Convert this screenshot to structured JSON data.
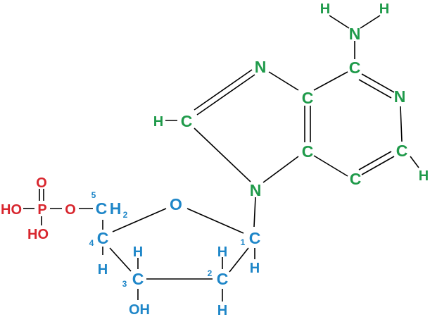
{
  "colors": {
    "base": "#1f9a4a",
    "sugar": "#1e86c8",
    "phosphate": "#d8262e",
    "bond": "#000000"
  },
  "base": {
    "amine_h_left": "H",
    "amine_h_right": "H",
    "amine_n": "N",
    "c6": "C",
    "n1": "N",
    "c2": "C",
    "h2": "H",
    "n3": "C",
    "c4": "C",
    "c5": "C",
    "n7": "N",
    "c8": "C",
    "h8": "H",
    "n9": "N"
  },
  "sugar": {
    "ring_o": "O",
    "c1": "C",
    "c1_num": "1",
    "h1": "H",
    "c2": "C",
    "c2_num": "2",
    "h2_top": "H",
    "h2_bottom": "H",
    "c3": "C",
    "c3_num": "3",
    "h3": "H",
    "oh3": "OH",
    "c4": "C",
    "c4_num": "4",
    "h4": "H",
    "c5": "C",
    "c5_num": "5",
    "h5": "H",
    "h5_sub": "2"
  },
  "phosphate": {
    "o_top": "O",
    "p": "P",
    "o_link": "O",
    "ho_left": "HO",
    "ho_bottom": "HO"
  }
}
